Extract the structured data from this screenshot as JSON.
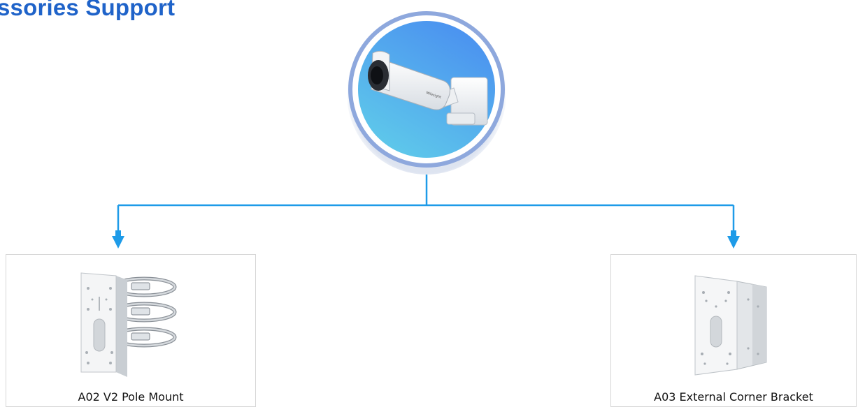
{
  "page": {
    "title": "ssories Support"
  },
  "hub": {
    "name": "Bullet camera",
    "brand_mark": "Milesight"
  },
  "accessories": [
    {
      "label": "A02 V2 Pole Mount"
    },
    {
      "label": "A03 External Corner Bracket"
    }
  ],
  "colors": {
    "title": "#1f63c9",
    "connector": "#1e9be8",
    "ring": "#8ea8dd",
    "circle_top": "#4a90f0",
    "circle_bottom": "#5dc8ea",
    "card_border": "#d6d6d6"
  }
}
